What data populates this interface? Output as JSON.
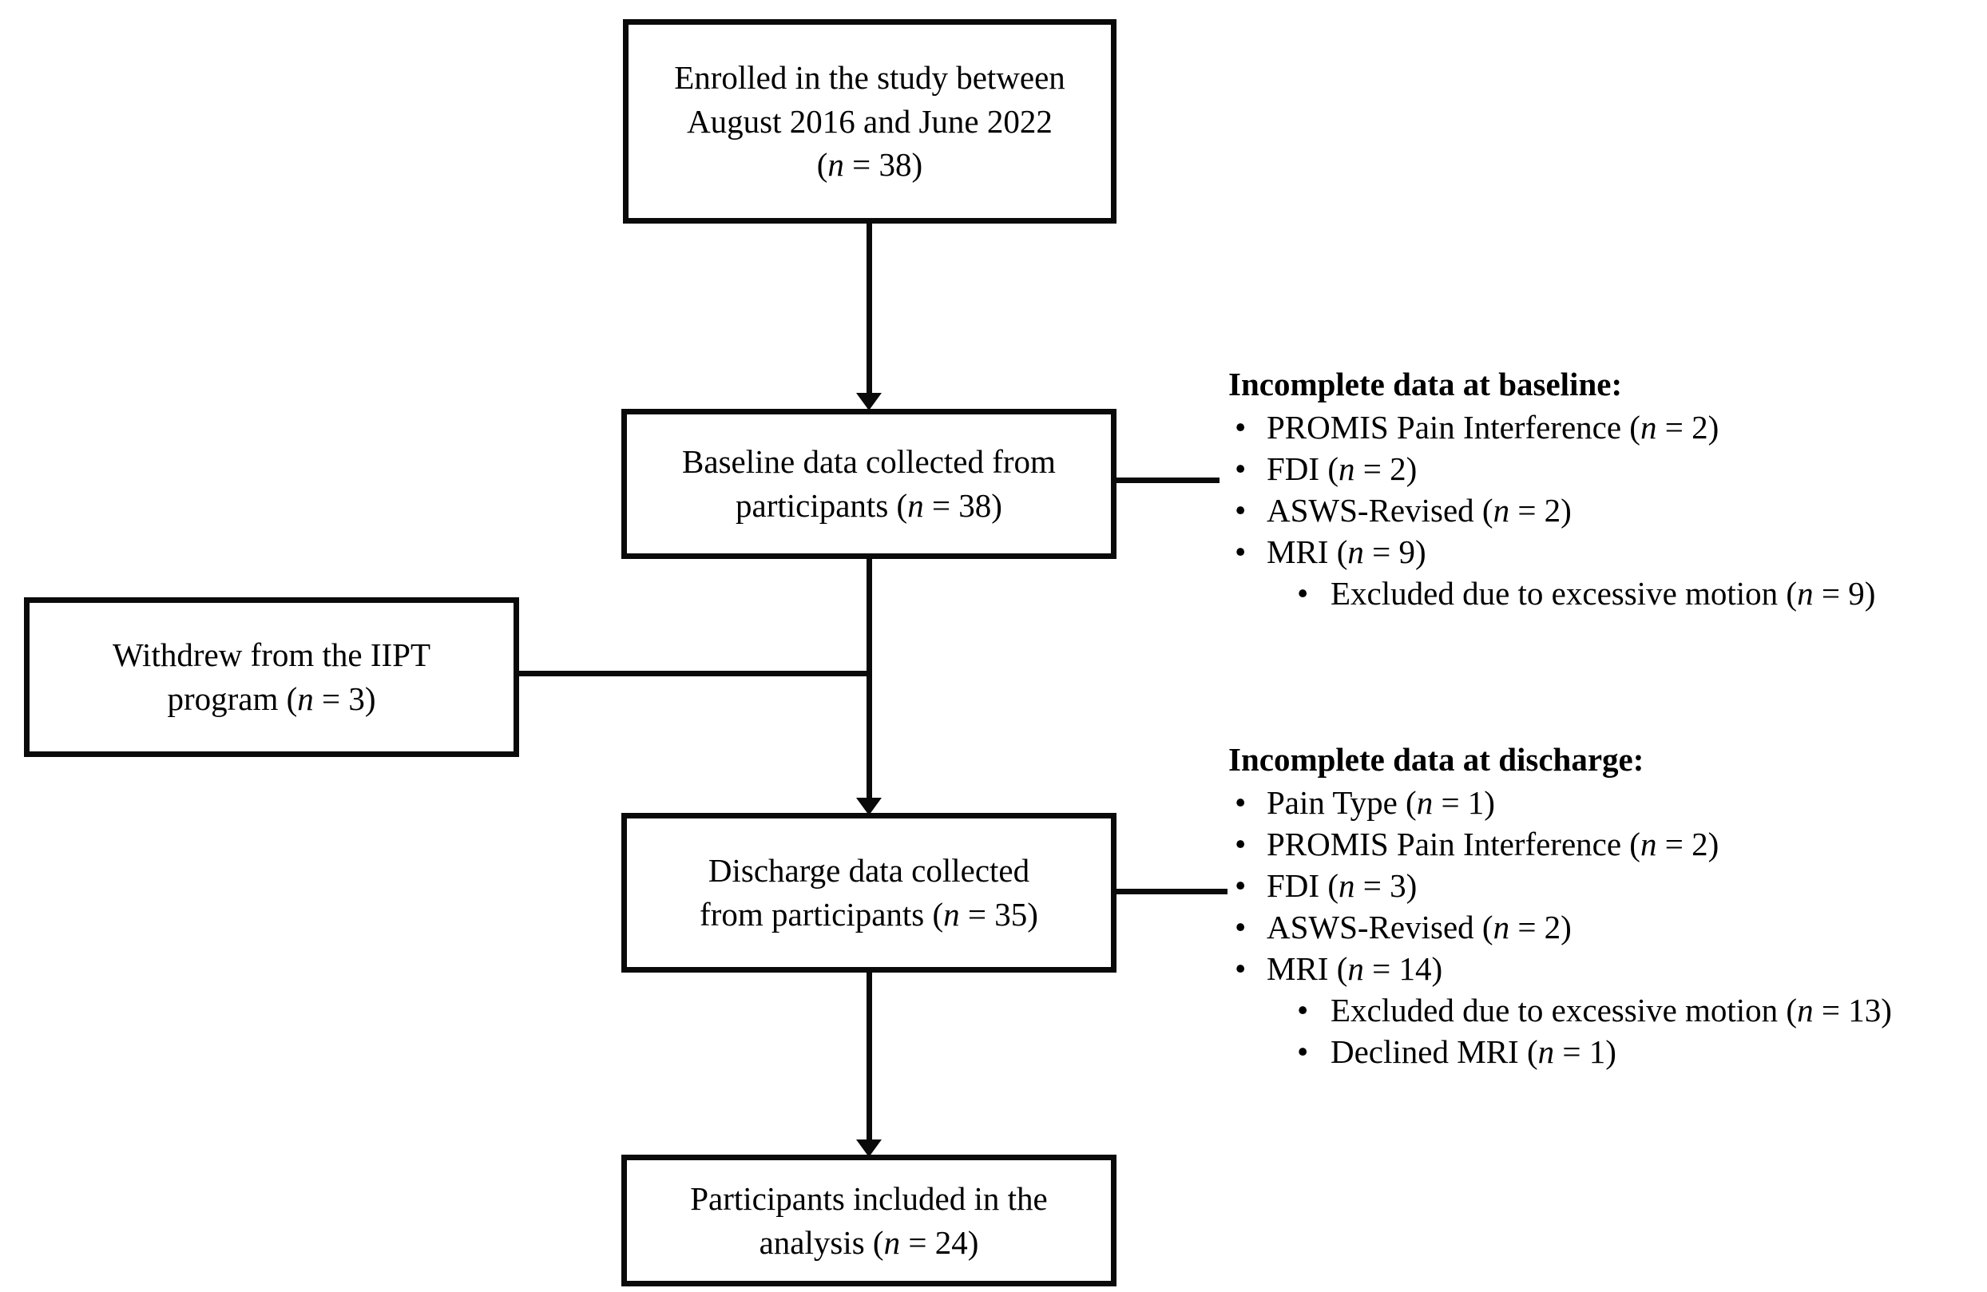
{
  "diagram": {
    "type": "participant-flow-chart",
    "boxes": [
      {
        "id": "enrolled",
        "text": "Enrolled in the study between\nAugust 2016 and June 2022\n(n = 38)",
        "n": 38
      },
      {
        "id": "baseline",
        "text": "Baseline data collected from\nparticipants (n = 38)",
        "n": 38
      },
      {
        "id": "withdrew",
        "text": "Withdrew from the IIPT\nprogram (n = 3)",
        "n": 3
      },
      {
        "id": "discharge",
        "text": "Discharge data collected\nfrom participants (n = 35)",
        "n": 35
      },
      {
        "id": "analysis",
        "text": "Participants included in the\nanalysis (n = 24)",
        "n": 24
      }
    ],
    "annotations": [
      {
        "id": "baseline-incomplete",
        "title": "Incomplete data at baseline:",
        "items": [
          {
            "label": "PROMIS Pain Interference (n = 2)",
            "level": 1
          },
          {
            "label": "FDI (n = 2)",
            "level": 1
          },
          {
            "label": "ASWS-Revised (n = 2)",
            "level": 1
          },
          {
            "label": "MRI (n = 9)",
            "level": 1
          },
          {
            "label": "Excluded due to excessive motion (n = 9)",
            "level": 2
          }
        ]
      },
      {
        "id": "discharge-incomplete",
        "title": "Incomplete data at discharge:",
        "items": [
          {
            "label": "Pain Type (n = 1)",
            "level": 1
          },
          {
            "label": "PROMIS Pain Interference (n = 2)",
            "level": 1
          },
          {
            "label": "FDI (n = 3)",
            "level": 1
          },
          {
            "label": "ASWS-Revised (n = 2)",
            "level": 1
          },
          {
            "label": "MRI (n = 14)",
            "level": 1
          },
          {
            "label": "Excluded due to excessive motion (n = 13)",
            "level": 2
          },
          {
            "label": "Declined MRI (n = 1)",
            "level": 2
          }
        ]
      }
    ],
    "bullet_glyph": "•",
    "colors": {
      "stroke": "#0a0a0a",
      "background": "#ffffff",
      "text": "#000000"
    }
  }
}
